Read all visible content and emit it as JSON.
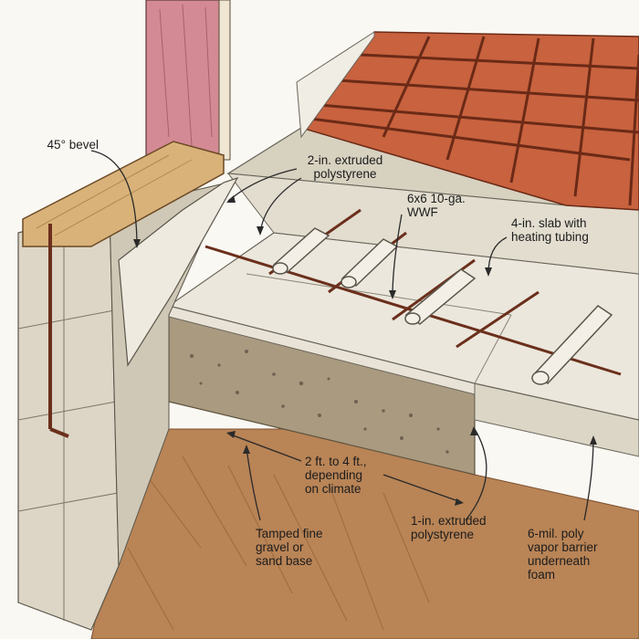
{
  "labels": {
    "bevel": "45° bevel",
    "extruded_2in_line1": "2-in. extruded",
    "extruded_2in_line2": "polystyrene",
    "wwf_line1": "6x6 10-ga.",
    "wwf_line2": "WWF",
    "slab_line1": "4-in. slab with",
    "slab_line2": "heating tubing",
    "depth_line1": "2 ft. to 4 ft.,",
    "depth_line2": "depending",
    "depth_line3": "on climate",
    "tamped_line1": "Tamped fine",
    "tamped_line2": "gravel or",
    "tamped_line3": "sand base",
    "extruded_1in_line1": "1-in. extruded",
    "extruded_1in_line2": "polystyrene",
    "poly_line1": "6-mil. poly",
    "poly_line2": "vapor barrier",
    "poly_line3": "underneath",
    "poly_line4": "foam"
  },
  "colors": {
    "tile": "#c8623f",
    "grout": "#6b2a16",
    "wall_pink": "#d48a95",
    "wood_plate": "#d9b27a",
    "insulation": "#ece9df",
    "concrete": "#c9c1ae",
    "gravel": "#a99a80",
    "soil": "#b98456",
    "rebar": "#6b2f1c",
    "tubing": "#f3efe6"
  }
}
